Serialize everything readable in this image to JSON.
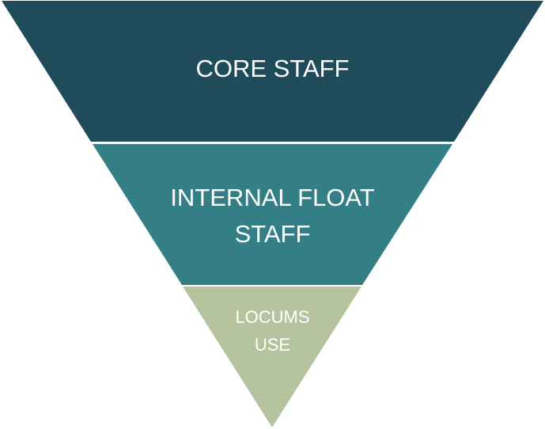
{
  "diagram": {
    "type": "inverted-pyramid",
    "tiers": [
      {
        "id": "core-staff",
        "lines": [
          "CORE STAFF"
        ],
        "color": "#1F4B5B"
      },
      {
        "id": "internal-float-staff",
        "lines": [
          "INTERNAL FLOAT",
          "STAFF"
        ],
        "color": "#337F85"
      },
      {
        "id": "locums-use",
        "lines": [
          "LOCUMS",
          "USE"
        ],
        "color": "#B5C49E"
      }
    ],
    "text_color": "#FFFFFF",
    "background": "#FFFFFF"
  }
}
